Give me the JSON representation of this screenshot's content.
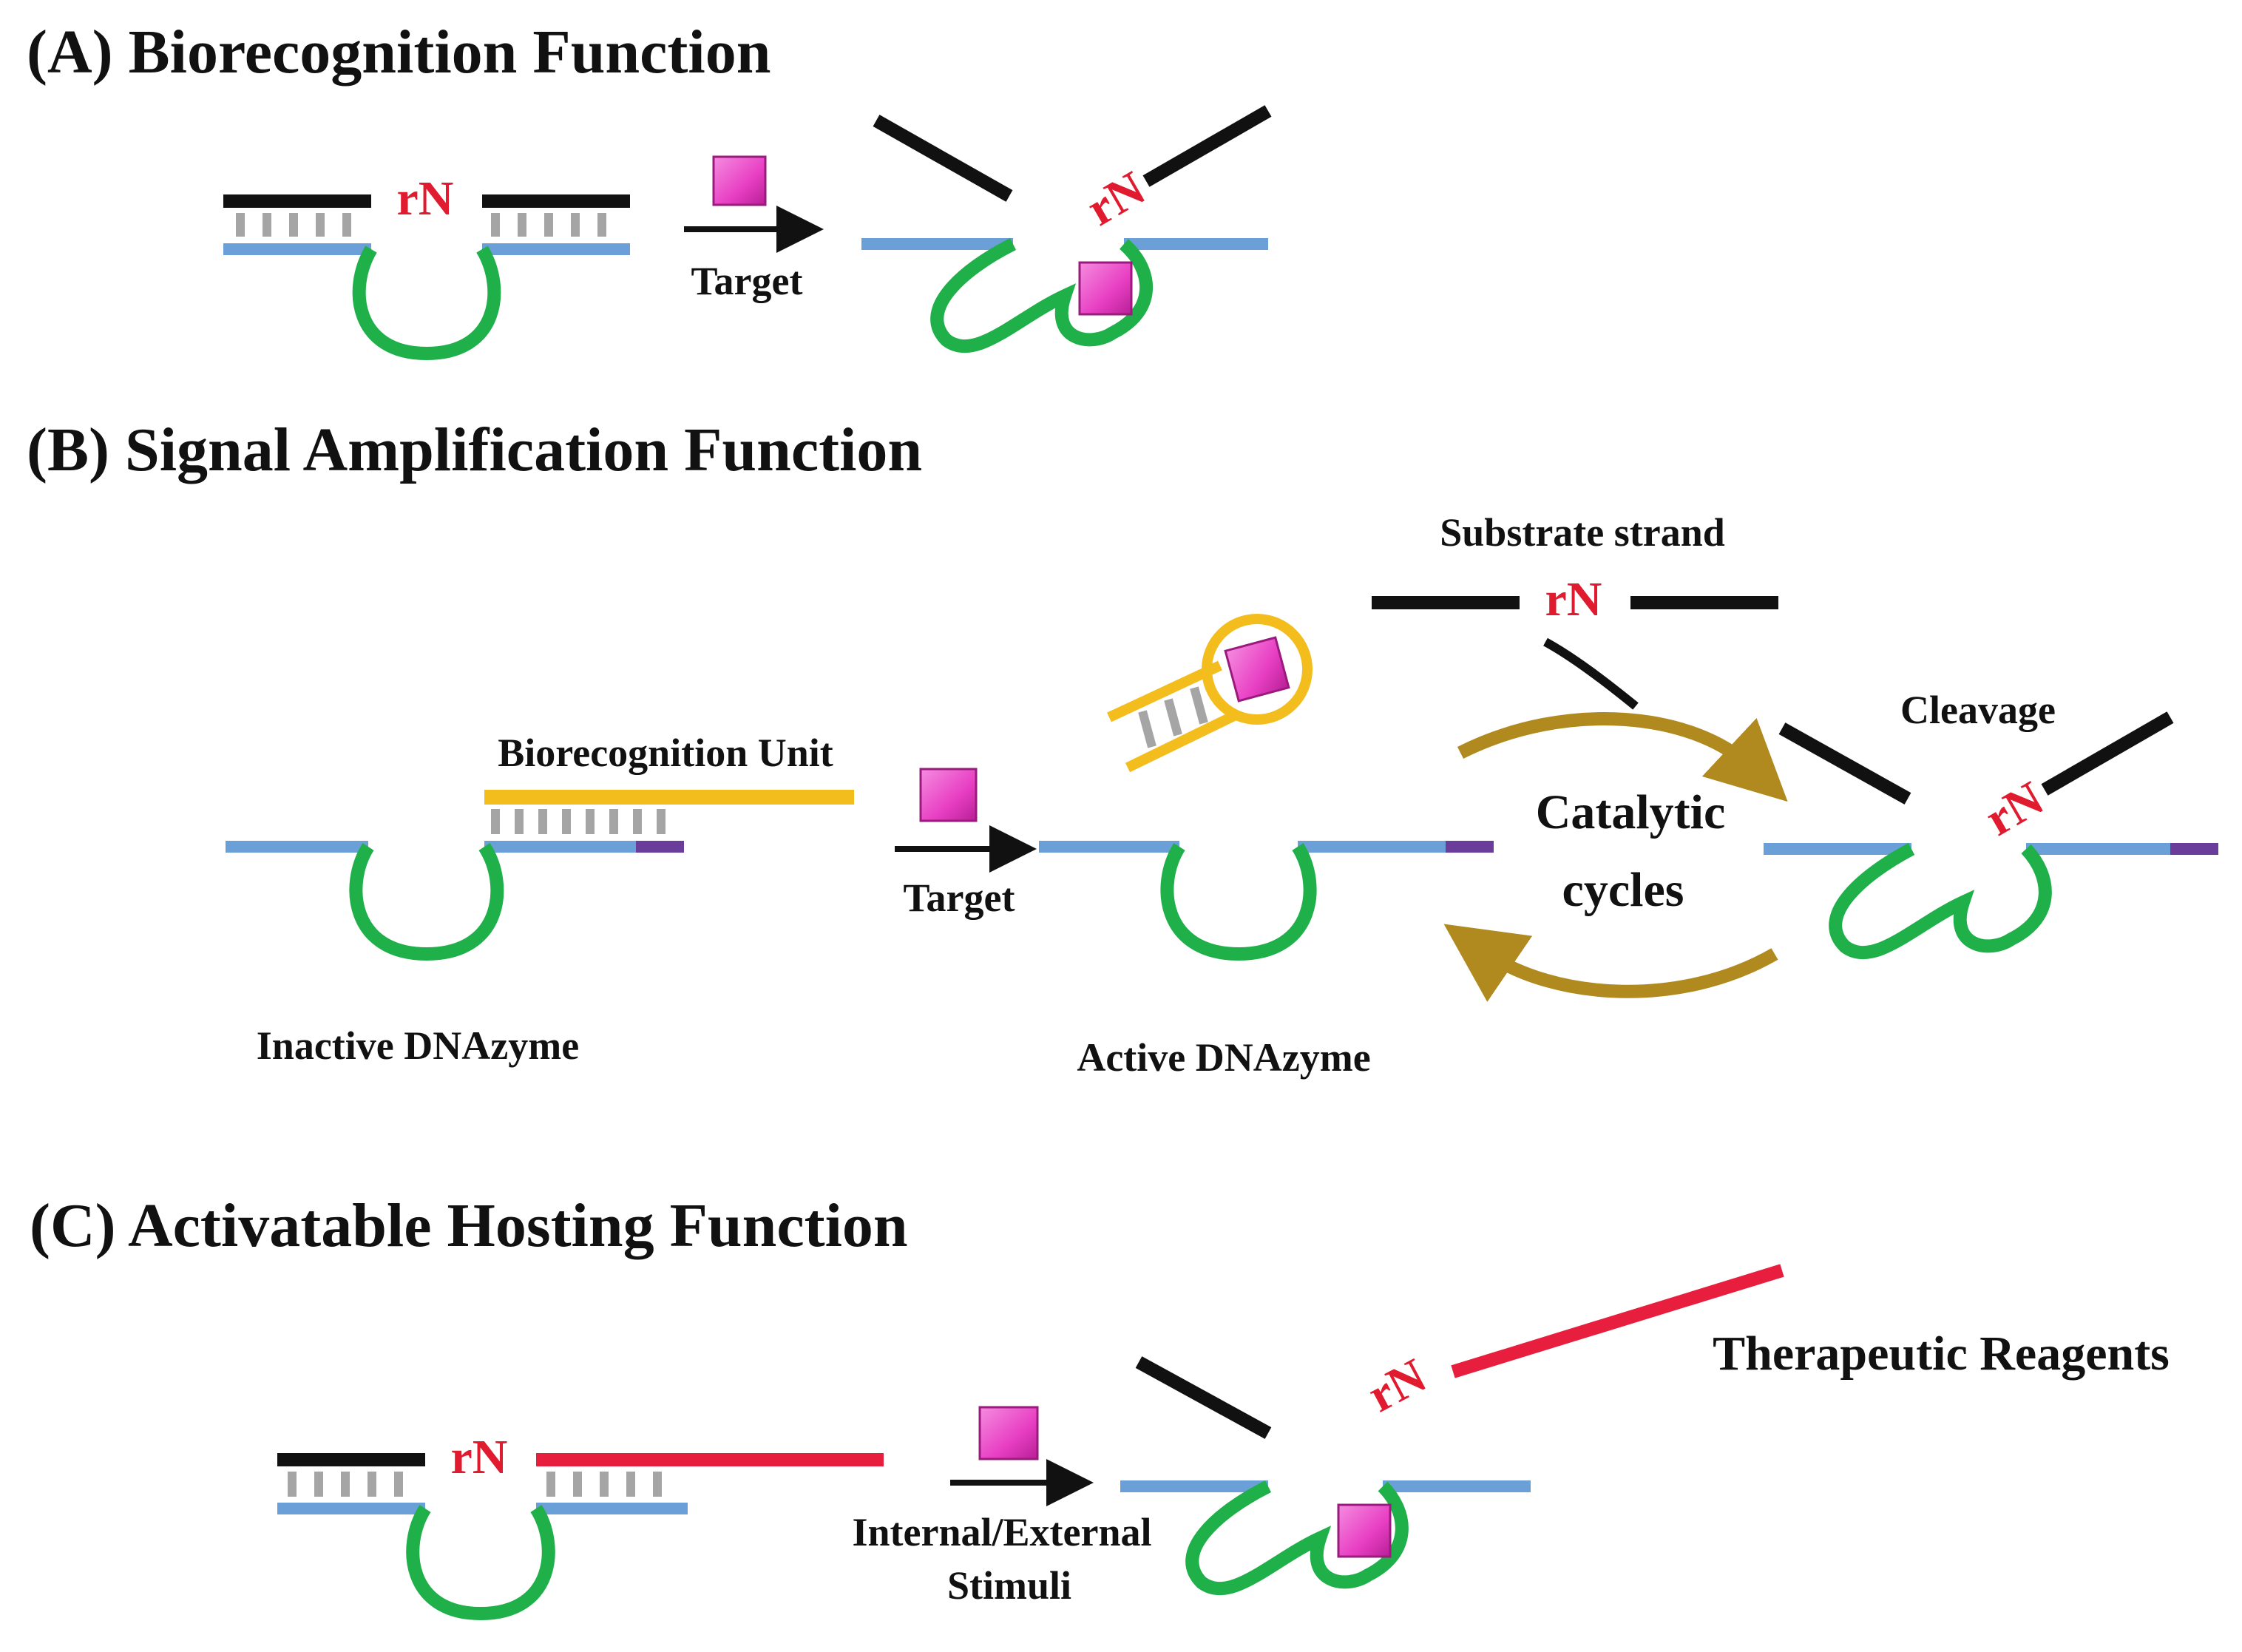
{
  "panels": {
    "a": {
      "heading": "(A) Biorecognition Function"
    },
    "b": {
      "heading": "(B) Signal Amplification Function"
    },
    "c": {
      "heading": "(C) Activatable Hosting Function"
    }
  },
  "labels": {
    "rn": "rN",
    "target": "Target",
    "substrate_strand": "Substrate strand",
    "cleavage": "Cleavage",
    "biorecognition_unit": "Biorecognition Unit",
    "catalytic": "Catalytic",
    "cycles": "cycles",
    "inactive_dnazyme": "Inactive DNAzyme",
    "active_dnazyme": "Active DNAzyme",
    "therapeutic_reagents": "Therapeutic Reagents",
    "stimuli_line1": "Internal/External",
    "stimuli_line2": "Stimuli"
  },
  "colors": {
    "dna_strand": "#6a9fd8",
    "catalytic_loop": "#1fb04a",
    "substrate": "#111111",
    "ribonucleotide": "#e01b2f",
    "biorecognition_unit": "#f2bd1d",
    "target": "#e83fc3",
    "cycle_arrow": "#b08a1f",
    "cargo": "#e81e3e",
    "linker": "#6b3d9a",
    "base_pair": "#a5a5a5"
  },
  "icons": {
    "target": "magenta-cube",
    "reaction_arrow": "right-arrow",
    "cycle": "curved-arrow"
  }
}
